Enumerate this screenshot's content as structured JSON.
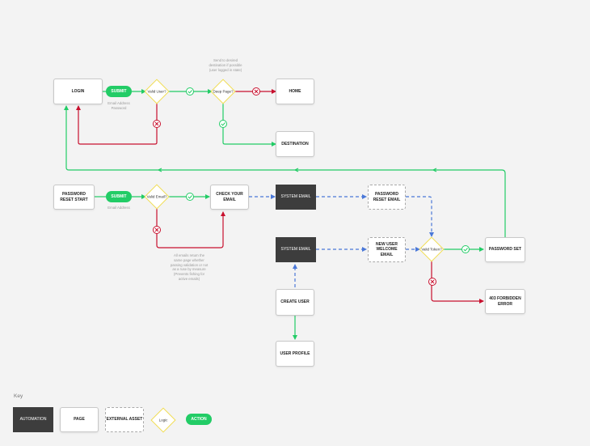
{
  "nodes": {
    "login": "LOGIN",
    "home": "HOME",
    "destination": "DESTINATION",
    "password_reset_start": "PASSWORD RESET START",
    "check_your_email": "CHECK YOUR EMAIL",
    "system_email_1": "SYSTEM EMAIL",
    "system_email_2": "SYSTEM EMAIL",
    "password_reset_email": "PASSWORD RESET EMAIL",
    "new_user_welcome_email": "NEW USER WELCOME EMAIL",
    "password_set": "PASSWORD SET",
    "forbidden_error": "403 FORBIDDEN ERROR",
    "create_user": "CREATE USER",
    "user_profile": "USER PROFILE"
  },
  "actions": {
    "submit_login": "SUBMIT",
    "submit_reset": "SUBMIT"
  },
  "decisions": {
    "valid_user": "Valid User?",
    "deep_page": "Deep Page?",
    "valid_email": "Valid Email?",
    "valid_token": "Valid Token?"
  },
  "notes": {
    "login_fields": "Email Address\nPassword",
    "reset_fields": "Email Address",
    "deep_page": "Send to desired\ndestination if possible\n(user logged in state)",
    "all_emails": "All emails return the\nsame page whether\npassing validation or not\nas a ruse by measure\n(Prevents fishing for\nactive emails)"
  },
  "key": {
    "title": "Key",
    "automation": "AUTOMATION",
    "page": "PAGE",
    "external_asset": "EXTERNAL ASSET",
    "logic": "Logic",
    "action": "ACTION"
  },
  "colors": {
    "green": "#22cc66",
    "red": "#c8102e",
    "blue": "#4a78d8",
    "yellow": "#f0dc52",
    "automation": "#3d3d3d"
  }
}
